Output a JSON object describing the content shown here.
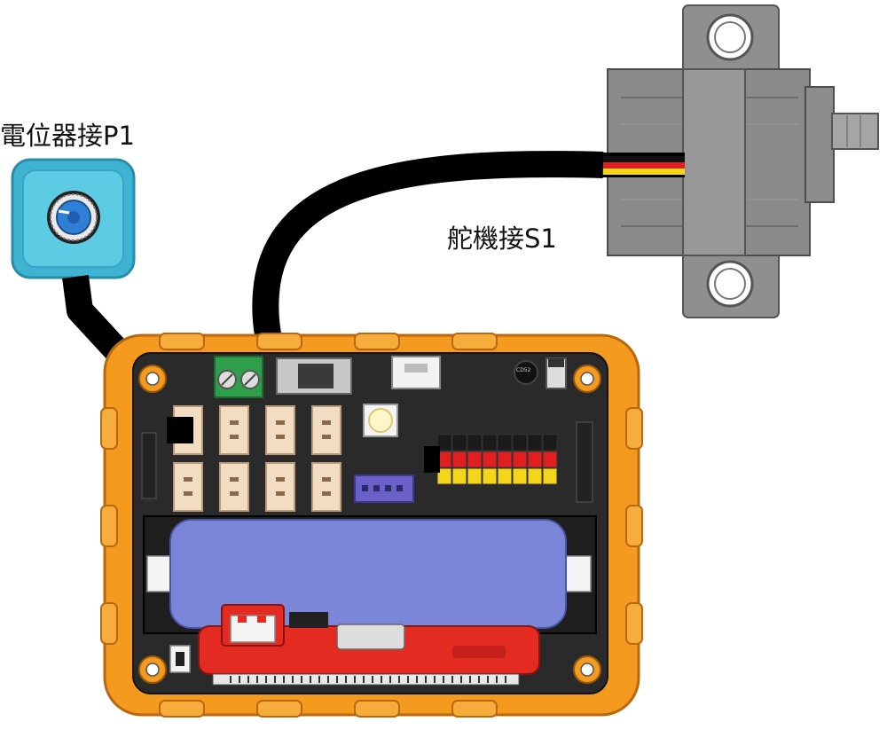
{
  "labels": {
    "potentiometer": "電位器接P1",
    "servo": "舵機接S1",
    "chip_marking": "CD52"
  },
  "colors": {
    "frame_orange": "#f39a1f",
    "board": "#2a2a2a",
    "knob_cyan": "#4fc4de",
    "knob_blue": "#2f7fd6",
    "servo_gray": "#8a8a8a",
    "battery_blue": "#7b86d8",
    "battery_case_red": "#e32b22",
    "wire": "#000000",
    "pin_black": "#1a1a1a",
    "pin_red": "#e02020",
    "pin_yellow": "#f5d51a",
    "terminal_green": "#2e9e4a",
    "connector_cream": "#f2dcc2",
    "purple_header": "#6a60c8"
  },
  "icons": [
    "potentiometer-icon",
    "servo-motor-icon",
    "controller-board-icon",
    "battery-icon"
  ]
}
